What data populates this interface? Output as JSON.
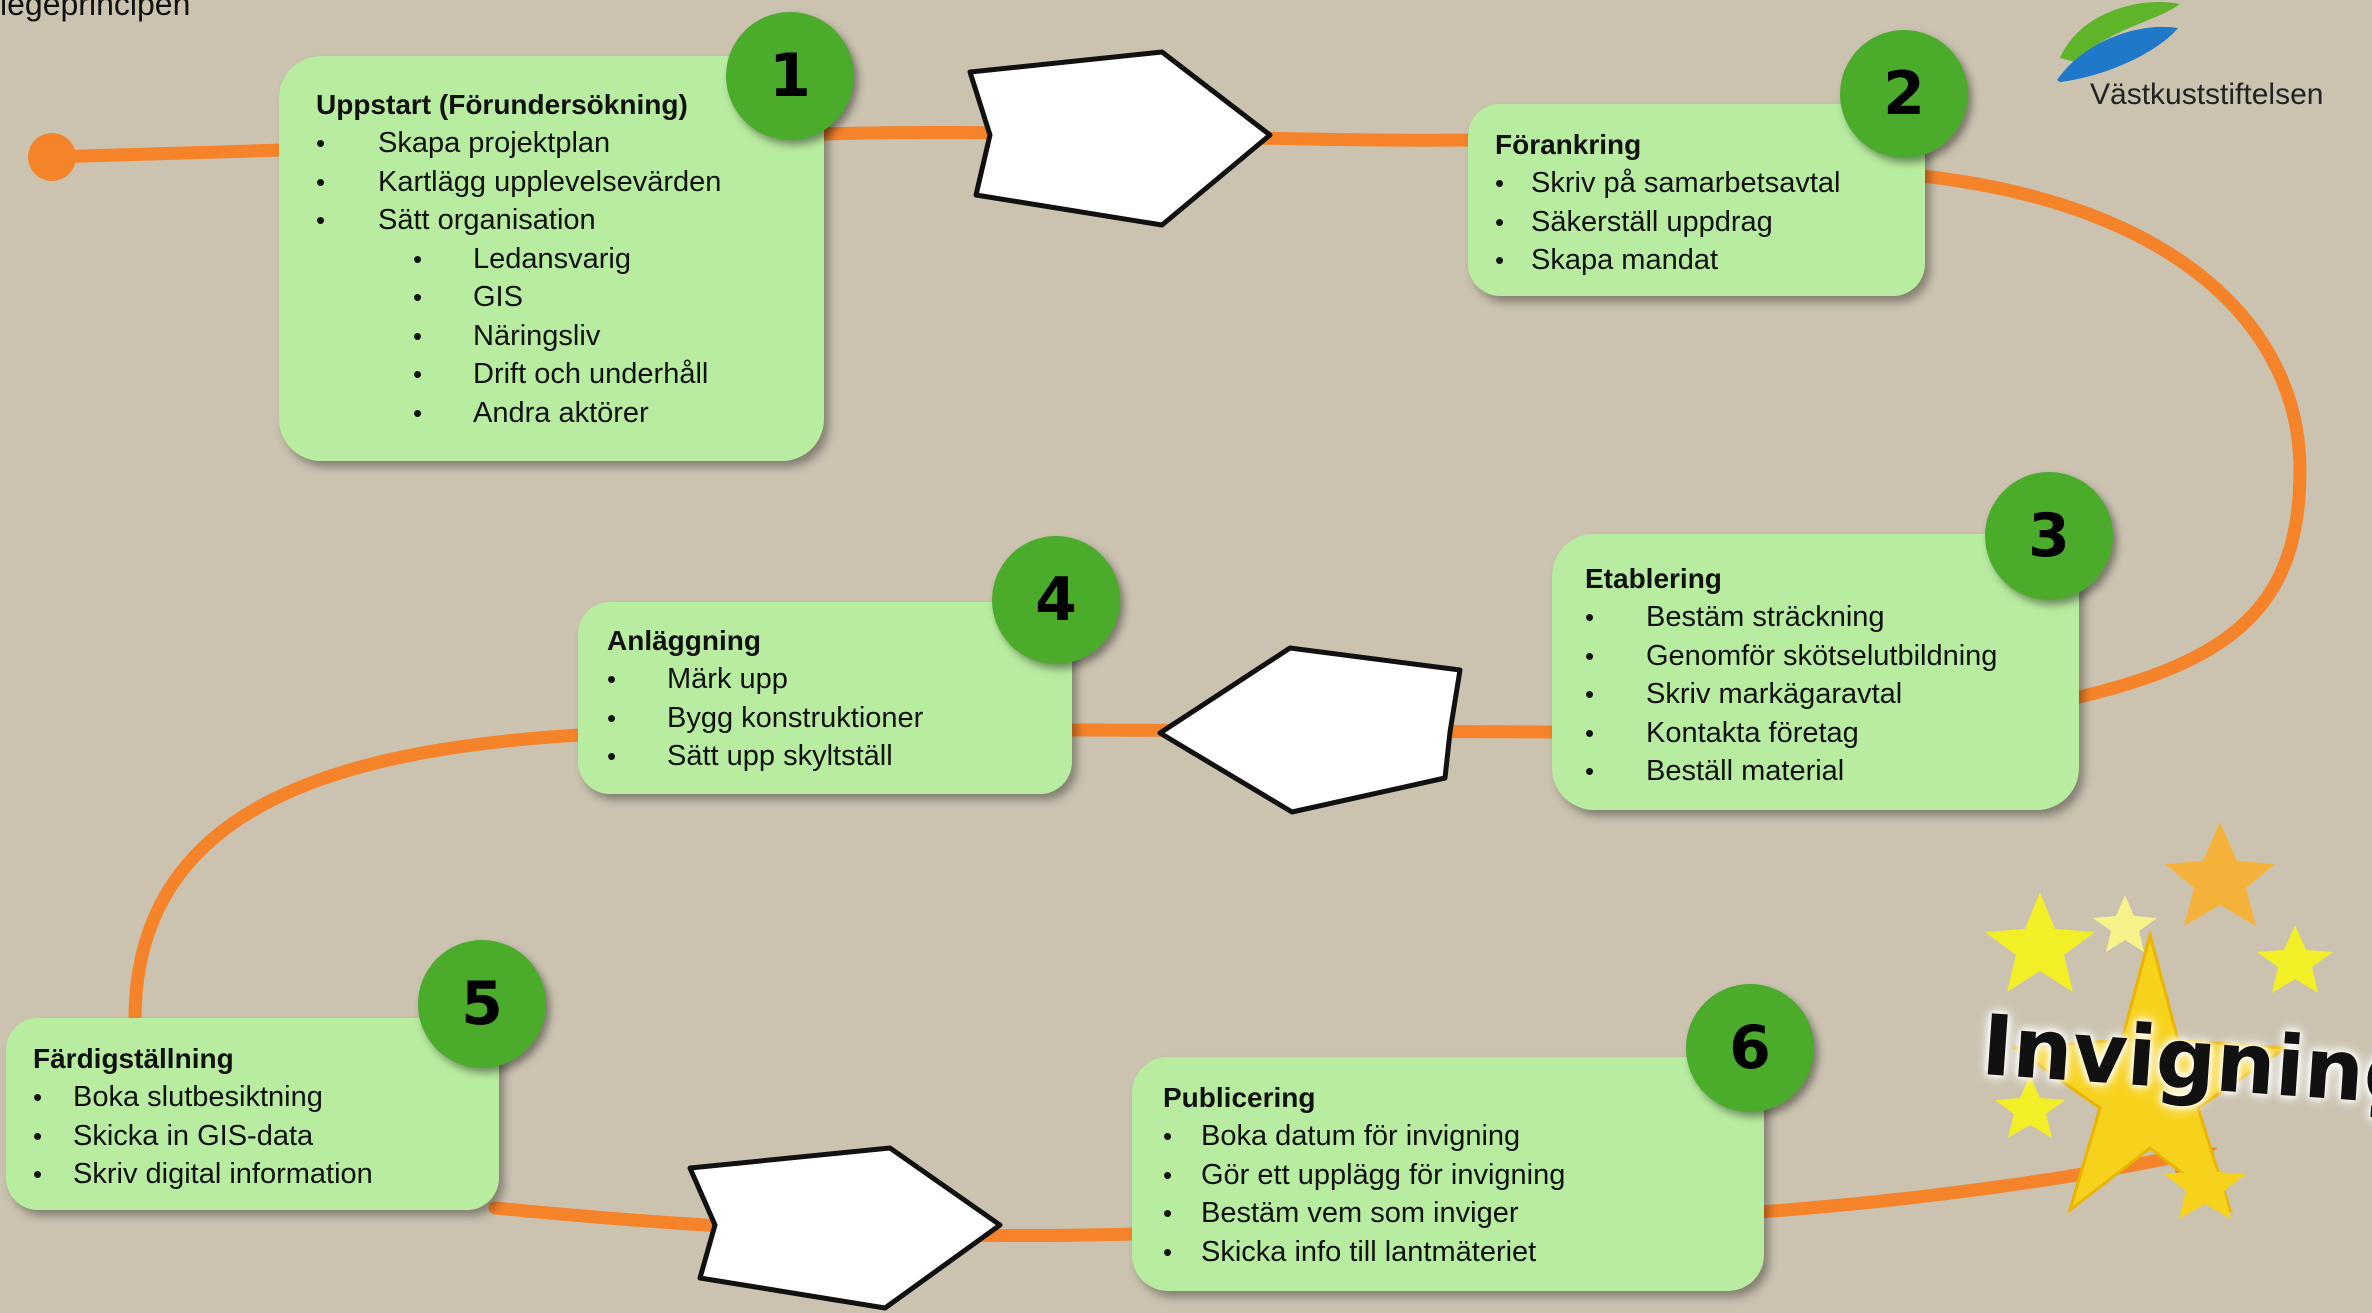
{
  "header_fragment": "legeprincipen",
  "logo_text": "Västkuststiftelsen",
  "finale_label": "Invigning",
  "colors": {
    "background": "#cbc3b0",
    "path": "#f5832a",
    "box": "#b8eca0",
    "badge": "#4bab2b",
    "star": "#f7d21c"
  },
  "steps": [
    {
      "number": "1",
      "title": "Uppstart (Förundersökning)",
      "items": [
        "Skapa projektplan",
        "Kartlägg upplevelsevärden",
        "Sätt organisation"
      ],
      "subitems": [
        "Ledansvarig",
        "GIS",
        "Näringsliv",
        "Drift och underhåll",
        "Andra aktörer"
      ]
    },
    {
      "number": "2",
      "title": "Förankring",
      "items": [
        "Skriv på samarbetsavtal",
        "Säkerställ uppdrag",
        "Skapa mandat"
      ]
    },
    {
      "number": "3",
      "title": "Etablering",
      "items": [
        "Bestäm sträckning",
        "Genomför skötselutbildning",
        "Skriv markägaravtal",
        "Kontakta företag",
        "Beställ material"
      ]
    },
    {
      "number": "4",
      "title": "Anläggning",
      "items": [
        "Märk upp",
        "Bygg konstruktioner",
        "Sätt upp skyltställ"
      ]
    },
    {
      "number": "5",
      "title": "Färdigställning",
      "items": [
        "Boka slutbesiktning",
        "Skicka in GIS-data",
        "Skriv digital information"
      ]
    },
    {
      "number": "6",
      "title": "Publicering",
      "items": [
        "Boka datum för invigning",
        "Gör ett upplägg för invigning",
        "Bestäm vem som inviger",
        "Skicka info till lantmäteriet"
      ]
    }
  ]
}
